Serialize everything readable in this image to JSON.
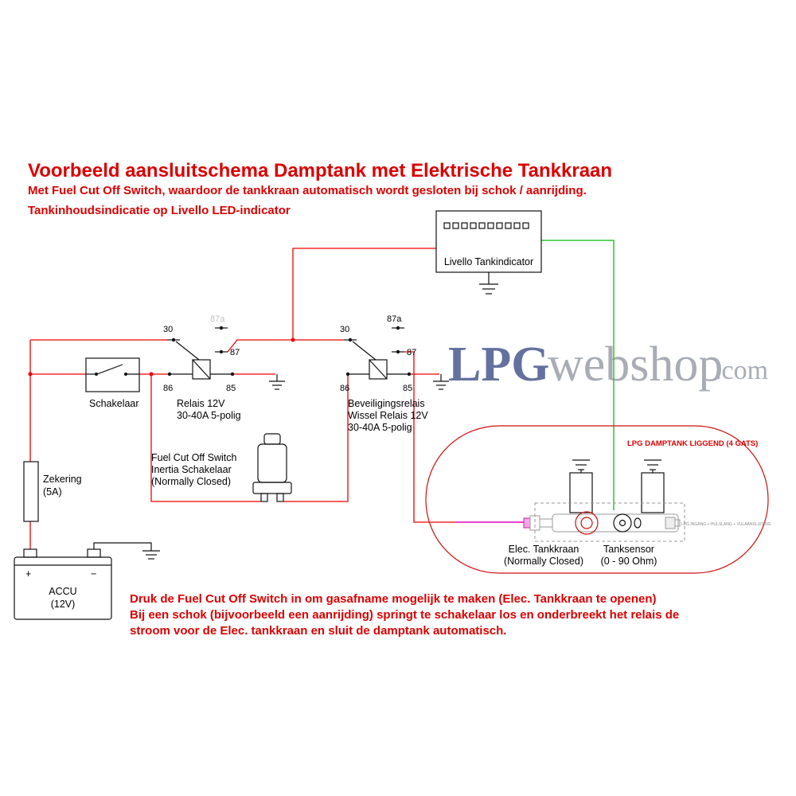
{
  "colors": {
    "wire_red": "#f20000",
    "wire_green": "#2fc52f",
    "wire_magenta": "#ee22cc",
    "text_red": "#db0000",
    "watermark_blue": "#64719f",
    "watermark_grey": "#a8adb5"
  },
  "header": {
    "title": "Voorbeeld aansluitschema Damptank met Elektrische Tankkraan",
    "subtitle1": "Met Fuel Cut Off Switch, waardoor de tankkraan automatisch wordt gesloten bij schok / aanrijding.",
    "subtitle2": "Tankinhoudsindicatie op Livello LED-indicator"
  },
  "watermark": {
    "lpg": "LPG",
    "webshop": "webshop",
    "dotcom": ".com"
  },
  "livello": {
    "label": "Livello Tankindicator",
    "led_count": 10
  },
  "terminals": {
    "t30": "30",
    "t87a": "87a",
    "t87": "87",
    "t86": "86",
    "t85": "85"
  },
  "relay1": {
    "line1": "Relais 12V",
    "line2": "30-40A 5-polig"
  },
  "relay2": {
    "line1": "Beveiligingsrelais",
    "line2": "Wissel Relais 12V",
    "line3": "30-40A 5-polig"
  },
  "schakelaar": {
    "label": "Schakelaar"
  },
  "zekering": {
    "line1": "Zekering",
    "line2": "(5A)"
  },
  "accu": {
    "line1": "ACCU",
    "line2": "(12V)",
    "plus": "+",
    "minus": "−"
  },
  "fuel_cut_off": {
    "line1": "Fuel Cut Off Switch",
    "line2": "Inertia Schakelaar",
    "line3": "(Normally Closed)"
  },
  "tank": {
    "label": "LPG DAMPTANK LIGGEND (4 GATS)",
    "tankkraan_line1": "Elec. Tankkraan",
    "tankkraan_line2": "(Normally Closed)",
    "sensor_line1": "Tanksensor",
    "sensor_line2": "(0 - 90 Ohm)",
    "note": "LPG INGANG + HULSLANG + VULAANSLUITING"
  },
  "footer": {
    "line1": "Druk de Fuel Cut Off Switch in om gasafname mogelijk te maken (Elec. Tankkraan te openen)",
    "line2": "Bij een schok (bijvoorbeeld een aanrijding) springt te schakelaar los en onderbreekt het relais de",
    "line3": "stroom voor de Elec. tankkraan en sluit de damptank automatisch."
  }
}
